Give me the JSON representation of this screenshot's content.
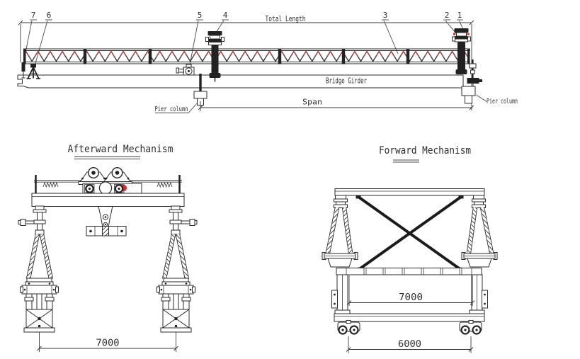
{
  "drawing": {
    "top_view": {
      "total_length_label": "Total Length",
      "bridge_girder_label": "Bridge Girder",
      "span_label": "Span",
      "pier_column_left_label": "Pier column",
      "pier_column_right_label": "Pier column",
      "callouts": {
        "c1": "1",
        "c2": "2",
        "c3": "3",
        "c4": "4",
        "c5": "5",
        "c6": "6",
        "c7": "7"
      }
    },
    "afterward_mechanism": {
      "title": "Afterward Mechanism",
      "wheelbase_dim": "7000"
    },
    "forward_mechanism": {
      "title": "Forward Mechanism",
      "support_spacing_dim": "7000",
      "wheel_gauge_dim": "6000"
    },
    "colors": {
      "line": "#2b2b2b",
      "truss_web_red": "#a33636",
      "trolley_red": "#d62c2c"
    }
  }
}
